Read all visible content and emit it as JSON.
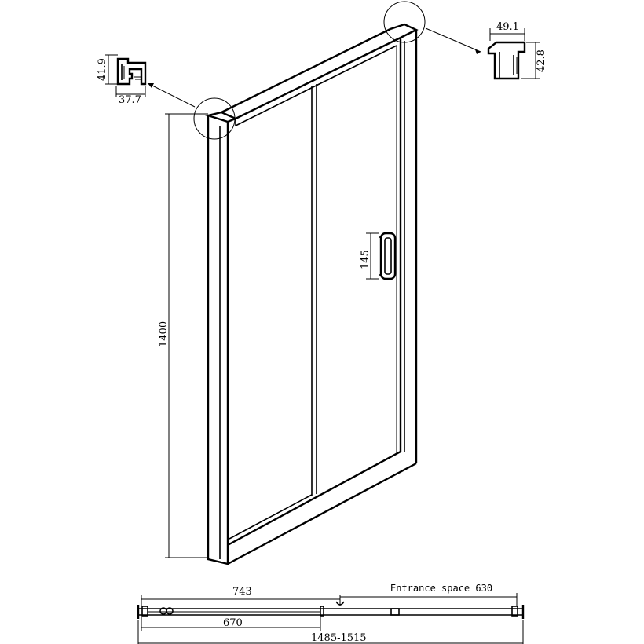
{
  "dimensions": {
    "height": "1400",
    "handle": "145",
    "left_profile_height": "41.9",
    "left_profile_width": "37.7",
    "right_profile_width": "49.1",
    "right_profile_height": "42.8",
    "top_length": "743",
    "entrance": "Entrance space 630",
    "inner_length": "670",
    "total_range": "1485-1515"
  }
}
